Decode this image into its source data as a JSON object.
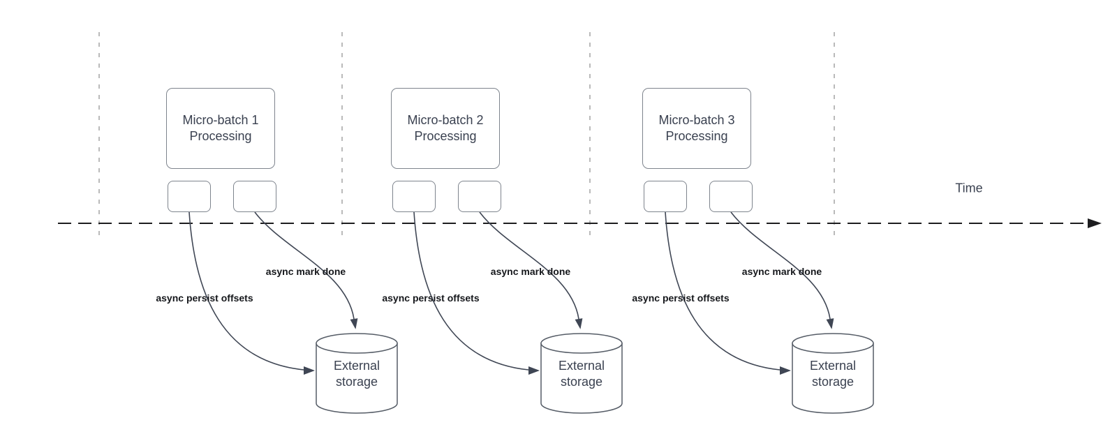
{
  "timeline": {
    "label": "Time"
  },
  "batches": [
    {
      "line1": "Micro-batch 1",
      "line2": "Processing"
    },
    {
      "line1": "Micro-batch 2",
      "line2": "Processing"
    },
    {
      "line1": "Micro-batch 3",
      "line2": "Processing"
    }
  ],
  "storage": {
    "line1": "External",
    "line2": "storage"
  },
  "arrow_labels": {
    "persist": "async persist offsets",
    "mark_done": "async mark done"
  },
  "colors": {
    "box_border": "#7e848d",
    "cylinder_border": "#555c66",
    "curve": "#3f4654",
    "time_axis": "#1d1d1f",
    "guide_line": "#a3a3a3",
    "text": "#3a4150",
    "label_text": "#15171b"
  }
}
